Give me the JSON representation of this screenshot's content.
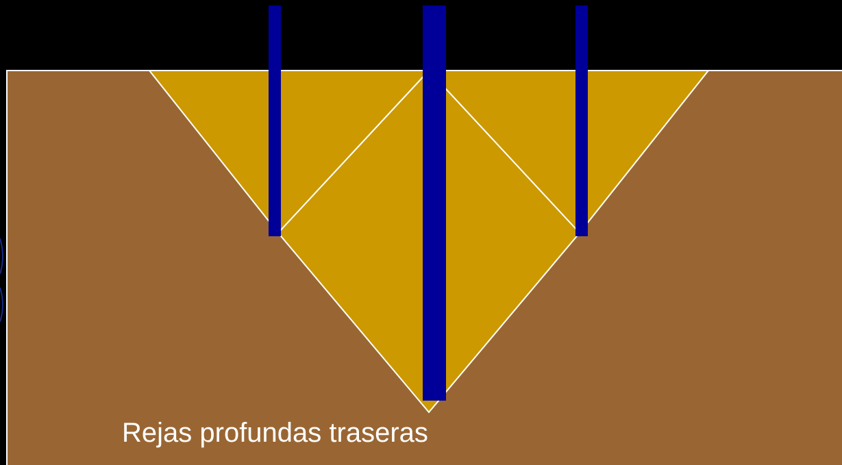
{
  "diagram": {
    "caption": "Rejas profundas traseras",
    "colors": {
      "background": "#000000",
      "soil": "#996633",
      "loosened_zone": "#CC9900",
      "shanks": "#000099",
      "outline": "#FFFFFF"
    },
    "elements": {
      "shallow_shanks": 2,
      "deep_shanks": 1,
      "loosened_zones": 3
    }
  }
}
